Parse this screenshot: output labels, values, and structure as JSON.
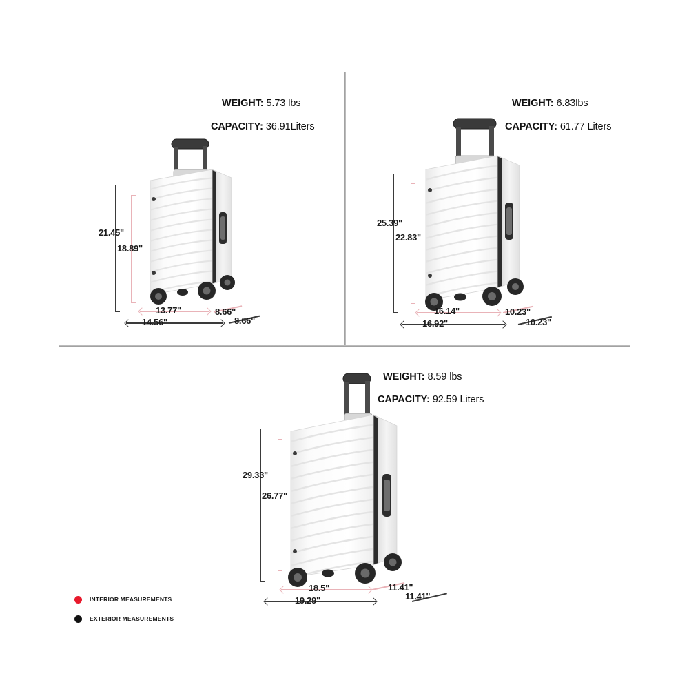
{
  "page": {
    "title": "Luggage Set Dimension Spec Sheet",
    "background": "#ffffff",
    "divider_color": "#9a9a9a"
  },
  "legend": {
    "items": [
      {
        "label": "INTERIOR MEASUREMENTS",
        "color": "#e8192c",
        "icon": "filled-circle"
      },
      {
        "label": "EXTERIOR MEASUREMENTS",
        "color": "#111111",
        "icon": "filled-circle"
      }
    ]
  },
  "colors": {
    "interior_line": "#e9b3b8",
    "exterior_line": "#3a3a3a",
    "interior_dot": "#e8192c",
    "exterior_dot": "#111111",
    "shell": "#ffffff",
    "trim": "#2a2a2a"
  },
  "panels": [
    {
      "id": "carry-on",
      "specs": {
        "weight_key": "WEIGHT:",
        "weight_value": "5.73 lbs",
        "capacity_key": "CAPACITY:",
        "capacity_value": "36.91Liters"
      },
      "dimensions": {
        "height_exterior": "21.45\"",
        "height_interior": "18.89\"",
        "width_interior": "13.77\"",
        "width_exterior": "14.56\"",
        "depth_interior": "8.66\"",
        "depth_exterior": "8.66\""
      }
    },
    {
      "id": "medium",
      "specs": {
        "weight_key": "WEIGHT:",
        "weight_value": "6.83lbs",
        "capacity_key": "CAPACITY:",
        "capacity_value": "61.77 Liters"
      },
      "dimensions": {
        "height_exterior": "25.39\"",
        "height_interior": "22.83\"",
        "width_interior": "16.14\"",
        "width_exterior": "16.92\"",
        "depth_interior": "10.23\"",
        "depth_exterior": "10.23\""
      }
    },
    {
      "id": "large",
      "specs": {
        "weight_key": "WEIGHT:",
        "weight_value": "8.59 lbs",
        "capacity_key": "CAPACITY:",
        "capacity_value": "92.59 Liters"
      },
      "dimensions": {
        "height_exterior": "29.33\"",
        "height_interior": "26.77\"",
        "width_interior": "18.5\"",
        "width_exterior": "19.29\"",
        "depth_interior": "11.41\"",
        "depth_exterior": "11.41\""
      }
    }
  ]
}
